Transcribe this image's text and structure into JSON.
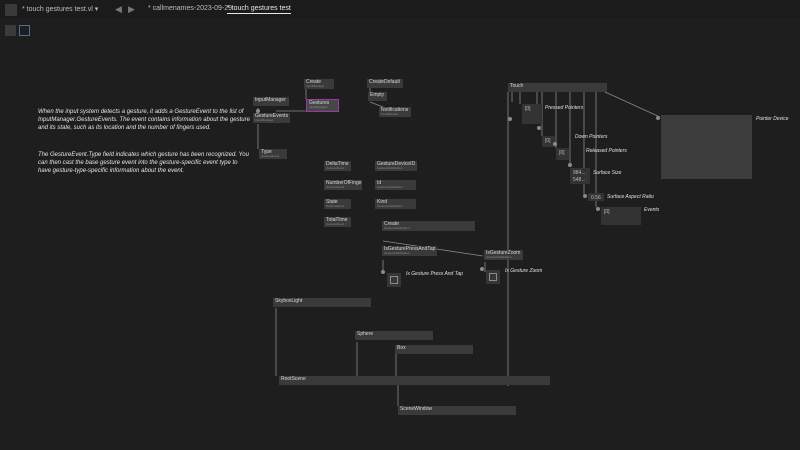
{
  "tabs": {
    "file1": "* touch gestures test.vl",
    "file1_chevron": "▾",
    "file2": "* callmenames-2023-09-29",
    "file3": "* touch gestures test"
  },
  "icons": {
    "back": "arrow-left-icon",
    "forward": "arrow-right-icon"
  },
  "colors": {
    "background": "#1e1e1e",
    "node": "#3a3a3a",
    "selected": "#9a3aa0",
    "wire": "#8a8a8a"
  },
  "comments": {
    "c1": "When the input system detects a gesture, it adds a GestureEvent to the list of InputManager.GestureEvents. The event contains information about the gesture and its state, such as its location and the number of fingers used.",
    "c2": "The GestureEvent.Type field indicates which gesture has been recognized. You can then cast the base gesture event into the gesture-specific event type to have gesture-type-specific information about the event."
  },
  "nodes": {
    "create_im": {
      "title": "Create",
      "sub": "InputManager"
    },
    "input_manager": {
      "title": "InputManager",
      "sub": ""
    },
    "gestures": {
      "title": "Gestures",
      "sub": "InputManager"
    },
    "gesture_events": {
      "title": "GestureEvents",
      "sub": "InputManager"
    },
    "create_default": {
      "title": "CreateDefault",
      "sub": ""
    },
    "empty": {
      "title": "Empty",
      "sub": ""
    },
    "notifications": {
      "title": "Notifications",
      "sub": "TouchDevice"
    },
    "type": {
      "title": "Type",
      "sub": "GestureEvent"
    },
    "delta_time": {
      "title": "DeltaTime",
      "sub": "GestureEvent"
    },
    "number_of_finger": {
      "title": "NumberOfFinger",
      "sub": "GestureEvent"
    },
    "state": {
      "title": "State",
      "sub": "GestureEvent"
    },
    "total_time": {
      "title": "TotalTime",
      "sub": "GestureEvent"
    },
    "gesture_device_id": {
      "title": "GestureDeviceID",
      "sub": "GestureNotification"
    },
    "id": {
      "title": "Id",
      "sub": "GestureNotification"
    },
    "kind": {
      "title": "Kind",
      "sub": "GestureNotification"
    },
    "create_gn": {
      "title": "Create",
      "sub": "GestureNotification"
    },
    "is_press_tap": {
      "title": "IsGesturePressAndTap",
      "sub": "GestureNotification"
    },
    "is_zoom": {
      "title": "IsGestureZoom",
      "sub": "GestureNotification"
    },
    "touch": {
      "title": "Touch",
      "sub": ""
    },
    "skybox": {
      "title": "SkyboxLight",
      "sub": ""
    },
    "sphere": {
      "title": "Sphere",
      "sub": ""
    },
    "box": {
      "title": "Box",
      "sub": ""
    },
    "root_scene": {
      "title": "RootScene",
      "sub": ""
    },
    "scene_window": {
      "title": "SceneWindow",
      "sub": ""
    }
  },
  "io": {
    "pressed_val": "[0]",
    "down_val": "[0]",
    "released_val": "[0]",
    "surface_w": "984...",
    "surface_h": "548...",
    "aspect_val": "0.56",
    "events_val": "[0]"
  },
  "labels": {
    "pressed": "Pressed Pointers",
    "down": "Down Pointers",
    "released": "Released Pointers",
    "surface_size": "Surface Size",
    "aspect": "Surface Aspect Ratio",
    "events": "Events",
    "pointer_device": "Pointer Device",
    "is_press_tap": "Is Gesture Press And Tap",
    "is_zoom": "Is Gesture Zoom"
  }
}
